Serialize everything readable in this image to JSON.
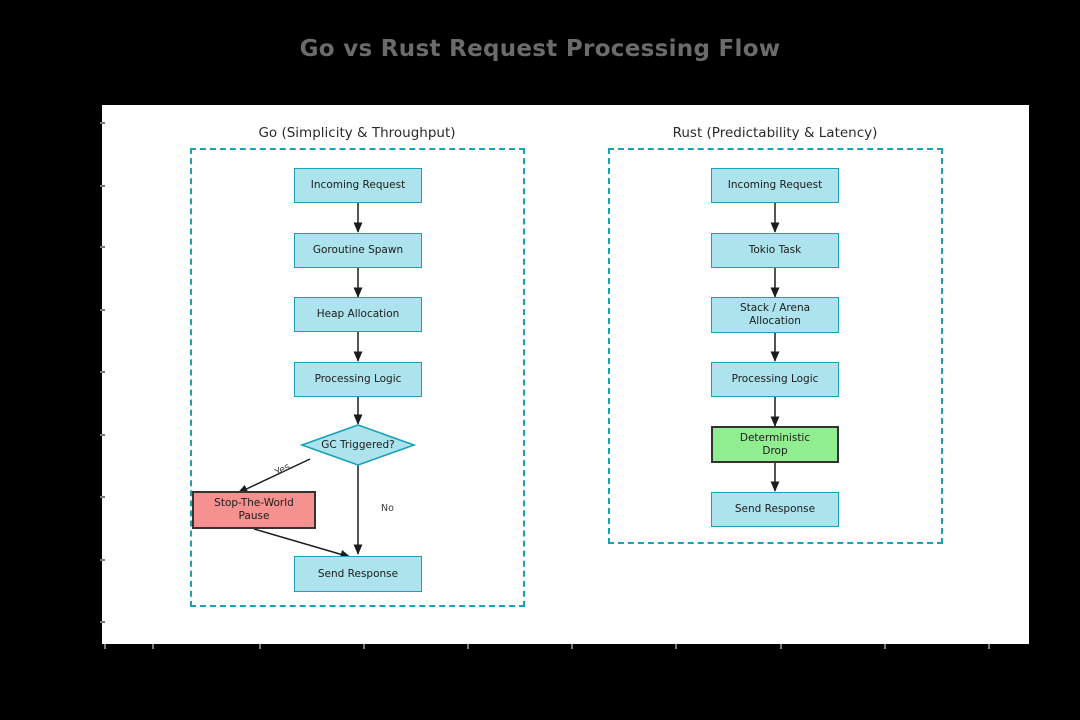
{
  "figure": {
    "title": "Go vs Rust Request Processing Flow",
    "title_color": "#6b6b6b",
    "background_color": "#000000",
    "panel_color": "#ffffff"
  },
  "palette": {
    "node_blue_fill": "#ade3ec",
    "node_blue_border": "#17a2b8",
    "node_red_fill": "#f5918f",
    "node_green_fill": "#90ee90",
    "node_dark_border": "#333333",
    "group_border": "#17a2b8",
    "arrow_color": "#1c1c1c"
  },
  "chart_data": {
    "type": "diagram",
    "title": "Go vs Rust Request Processing Flow",
    "grid": false,
    "legend": "none",
    "columns": [
      {
        "id": "go",
        "heading": "Go (Simplicity & Throughput)",
        "nodes": [
          {
            "id": "go-incoming",
            "label": "Incoming Request",
            "shape": "rect",
            "style": "blue"
          },
          {
            "id": "go-goroutine",
            "label": "Goroutine Spawn",
            "shape": "rect",
            "style": "blue"
          },
          {
            "id": "go-heap",
            "label": "Heap Allocation",
            "shape": "rect",
            "style": "blue"
          },
          {
            "id": "go-logic",
            "label": "Processing Logic",
            "shape": "rect",
            "style": "blue"
          },
          {
            "id": "go-gc",
            "label": "GC Triggered?",
            "shape": "diamond",
            "style": "blue"
          },
          {
            "id": "go-stw",
            "label": "Stop-The-World\nPause",
            "shape": "rect",
            "style": "red"
          },
          {
            "id": "go-send",
            "label": "Send Response",
            "shape": "rect",
            "style": "blue"
          }
        ],
        "edges": [
          {
            "from": "go-incoming",
            "to": "go-goroutine",
            "label": ""
          },
          {
            "from": "go-goroutine",
            "to": "go-heap",
            "label": ""
          },
          {
            "from": "go-heap",
            "to": "go-logic",
            "label": ""
          },
          {
            "from": "go-logic",
            "to": "go-gc",
            "label": ""
          },
          {
            "from": "go-gc",
            "to": "go-stw",
            "label": "Yes"
          },
          {
            "from": "go-gc",
            "to": "go-send",
            "label": "No"
          },
          {
            "from": "go-stw",
            "to": "go-send",
            "label": ""
          }
        ]
      },
      {
        "id": "rust",
        "heading": "Rust (Predictability & Latency)",
        "nodes": [
          {
            "id": "rs-incoming",
            "label": "Incoming Request",
            "shape": "rect",
            "style": "blue"
          },
          {
            "id": "rs-tokio",
            "label": "Tokio Task",
            "shape": "rect",
            "style": "blue"
          },
          {
            "id": "rs-stack",
            "label": "Stack / Arena\nAllocation",
            "shape": "rect",
            "style": "blue"
          },
          {
            "id": "rs-logic",
            "label": "Processing Logic",
            "shape": "rect",
            "style": "blue"
          },
          {
            "id": "rs-drop",
            "label": "Deterministic\nDrop",
            "shape": "rect",
            "style": "green"
          },
          {
            "id": "rs-send",
            "label": "Send Response",
            "shape": "rect",
            "style": "blue"
          }
        ],
        "edges": [
          {
            "from": "rs-incoming",
            "to": "rs-tokio",
            "label": ""
          },
          {
            "from": "rs-tokio",
            "to": "rs-stack",
            "label": ""
          },
          {
            "from": "rs-stack",
            "to": "rs-logic",
            "label": ""
          },
          {
            "from": "rs-logic",
            "to": "rs-drop",
            "label": ""
          },
          {
            "from": "rs-drop",
            "to": "rs-send",
            "label": ""
          }
        ]
      }
    ]
  },
  "go": {
    "heading": "Go (Simplicity & Throughput)",
    "nodes": {
      "incoming": "Incoming Request",
      "goroutine": "Goroutine Spawn",
      "heap": "Heap Allocation",
      "logic": "Processing Logic",
      "gc": "GC Triggered?",
      "stw": "Stop-The-World\nPause",
      "send": "Send Response"
    },
    "edge_labels": {
      "yes": "Yes",
      "no": "No"
    }
  },
  "rust": {
    "heading": "Rust (Predictability & Latency)",
    "nodes": {
      "incoming": "Incoming Request",
      "tokio": "Tokio Task",
      "stack": "Stack / Arena\nAllocation",
      "logic": "Processing Logic",
      "drop": "Deterministic\nDrop",
      "send": "Send Response"
    }
  }
}
